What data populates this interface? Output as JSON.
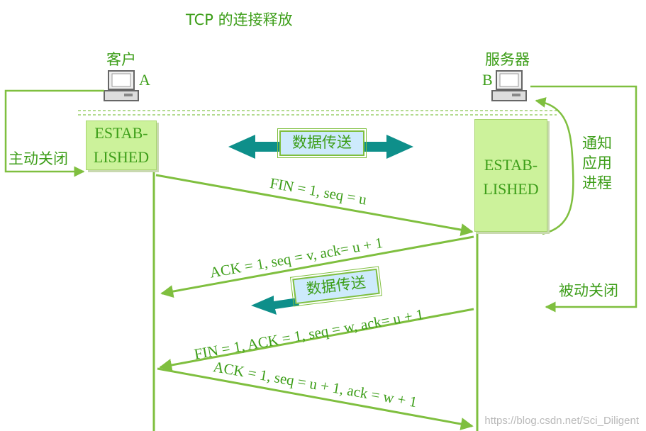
{
  "title": "TCP 的连接释放",
  "client": {
    "name": "客户",
    "letter": "A",
    "state": [
      "ESTAB-",
      "LISHED"
    ],
    "side_label": "主动关闭"
  },
  "server": {
    "name": "服务器",
    "letter": "B",
    "state": [
      "ESTAB-",
      "LISHED"
    ],
    "side_label": "被动关闭",
    "notify_label": [
      "通知",
      "应用",
      "进程"
    ]
  },
  "data_transfer_1": "数据传送",
  "data_transfer_2": "数据传送",
  "messages": [
    "FIN = 1, seq = u",
    "ACK = 1, seq = v, ack= u + 1",
    "FIN = 1, ACK = 1, seq = w, ack= u + 1",
    "ACK = 1, seq = u + 1, ack = w + 1"
  ],
  "watermark": "https://blog.csdn.net/Sci_Diligent",
  "colors": {
    "green": "#7fbf3f",
    "text_green": "#3d9e19",
    "teal": "#0e8f8a",
    "state_fill": "#ccf29b",
    "label_fill": "#cdeafc"
  }
}
